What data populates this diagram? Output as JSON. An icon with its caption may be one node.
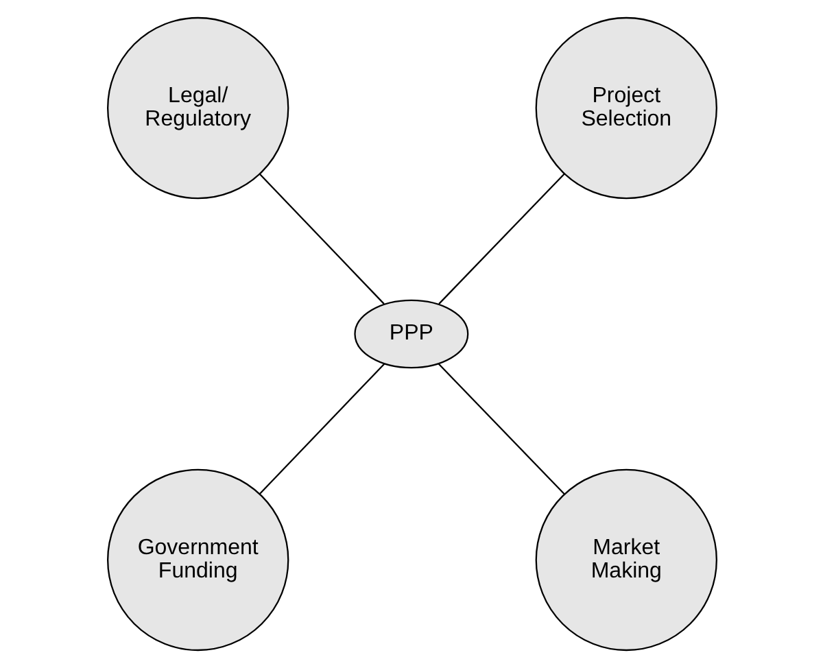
{
  "diagram": {
    "nodes": [
      {
        "text": [
          "Legal/ Regulatory"
        ]
      },
      {
        "text": [
          "Project Selection"
        ]
      },
      {
        "text": [
          "PPP"
        ]
      },
      {
        "text": [
          "Government Funding"
        ]
      },
      {
        "text": [
          "Market Making"
        ]
      }
    ],
    "edges": [
      {
        "from": 0,
        "to": 2,
        "arrow": "none"
      },
      {
        "from": 1,
        "to": 2,
        "arrow": "none"
      },
      {
        "from": 2,
        "to": 3,
        "arrow": "none"
      },
      {
        "from": 2,
        "to": 4,
        "arrow": "none"
      }
    ]
  }
}
